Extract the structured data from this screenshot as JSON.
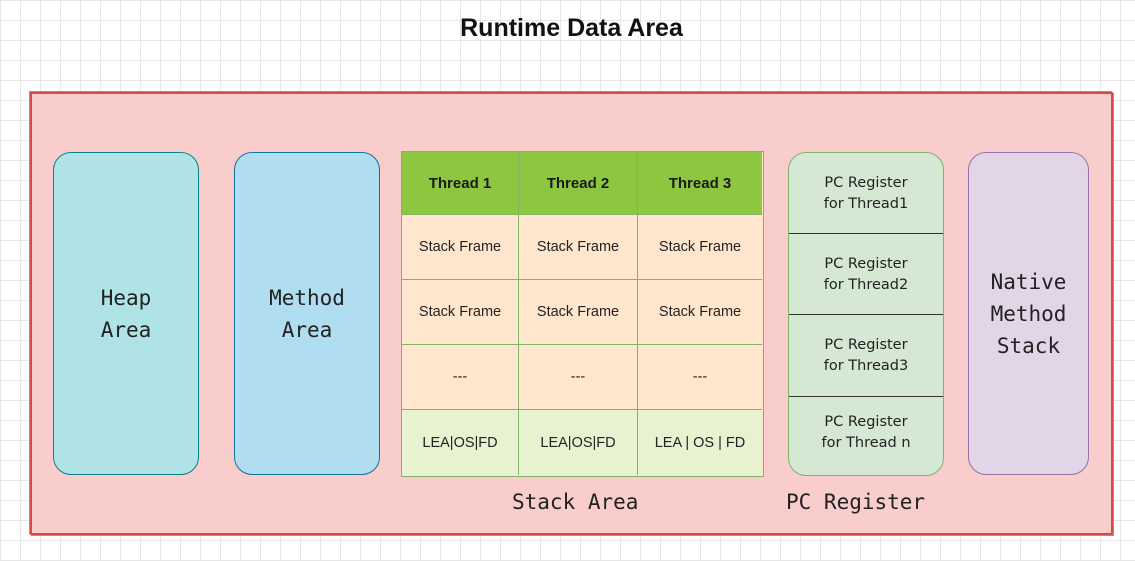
{
  "title": "Runtime Data Area",
  "areas": {
    "heap": "Heap\nArea",
    "method": "Method\nArea",
    "native": "Native\nMethod\nStack"
  },
  "stack_area": {
    "caption": "Stack Area",
    "headers": [
      "Thread 1",
      "Thread 2",
      "Thread 3"
    ],
    "rows": [
      [
        "Stack Frame",
        "Stack Frame",
        "Stack Frame"
      ],
      [
        "Stack Frame",
        "Stack Frame",
        "Stack Frame"
      ],
      [
        "---",
        "---",
        "---"
      ],
      [
        "LEA|OS|FD",
        "LEA|OS|FD",
        "LEA | OS | FD"
      ]
    ]
  },
  "pc_register": {
    "caption": "PC Register",
    "items": [
      "PC Register\nfor  Thread1",
      "PC Register\nfor  Thread2",
      "PC Register\nfor  Thread3",
      "PC Register\nfor  Thread n"
    ]
  },
  "colors": {
    "outer_fill": "#f8cdcc",
    "outer_stroke": "#d44c4a",
    "heap_fill": "#b0e3e6",
    "method_fill": "#b1ddf0",
    "native_fill": "#e1d5e7",
    "stack_header_fill": "#8dc63f",
    "stack_cell_fill": "#ffe6cc",
    "pc_fill": "#d5e8d4"
  }
}
